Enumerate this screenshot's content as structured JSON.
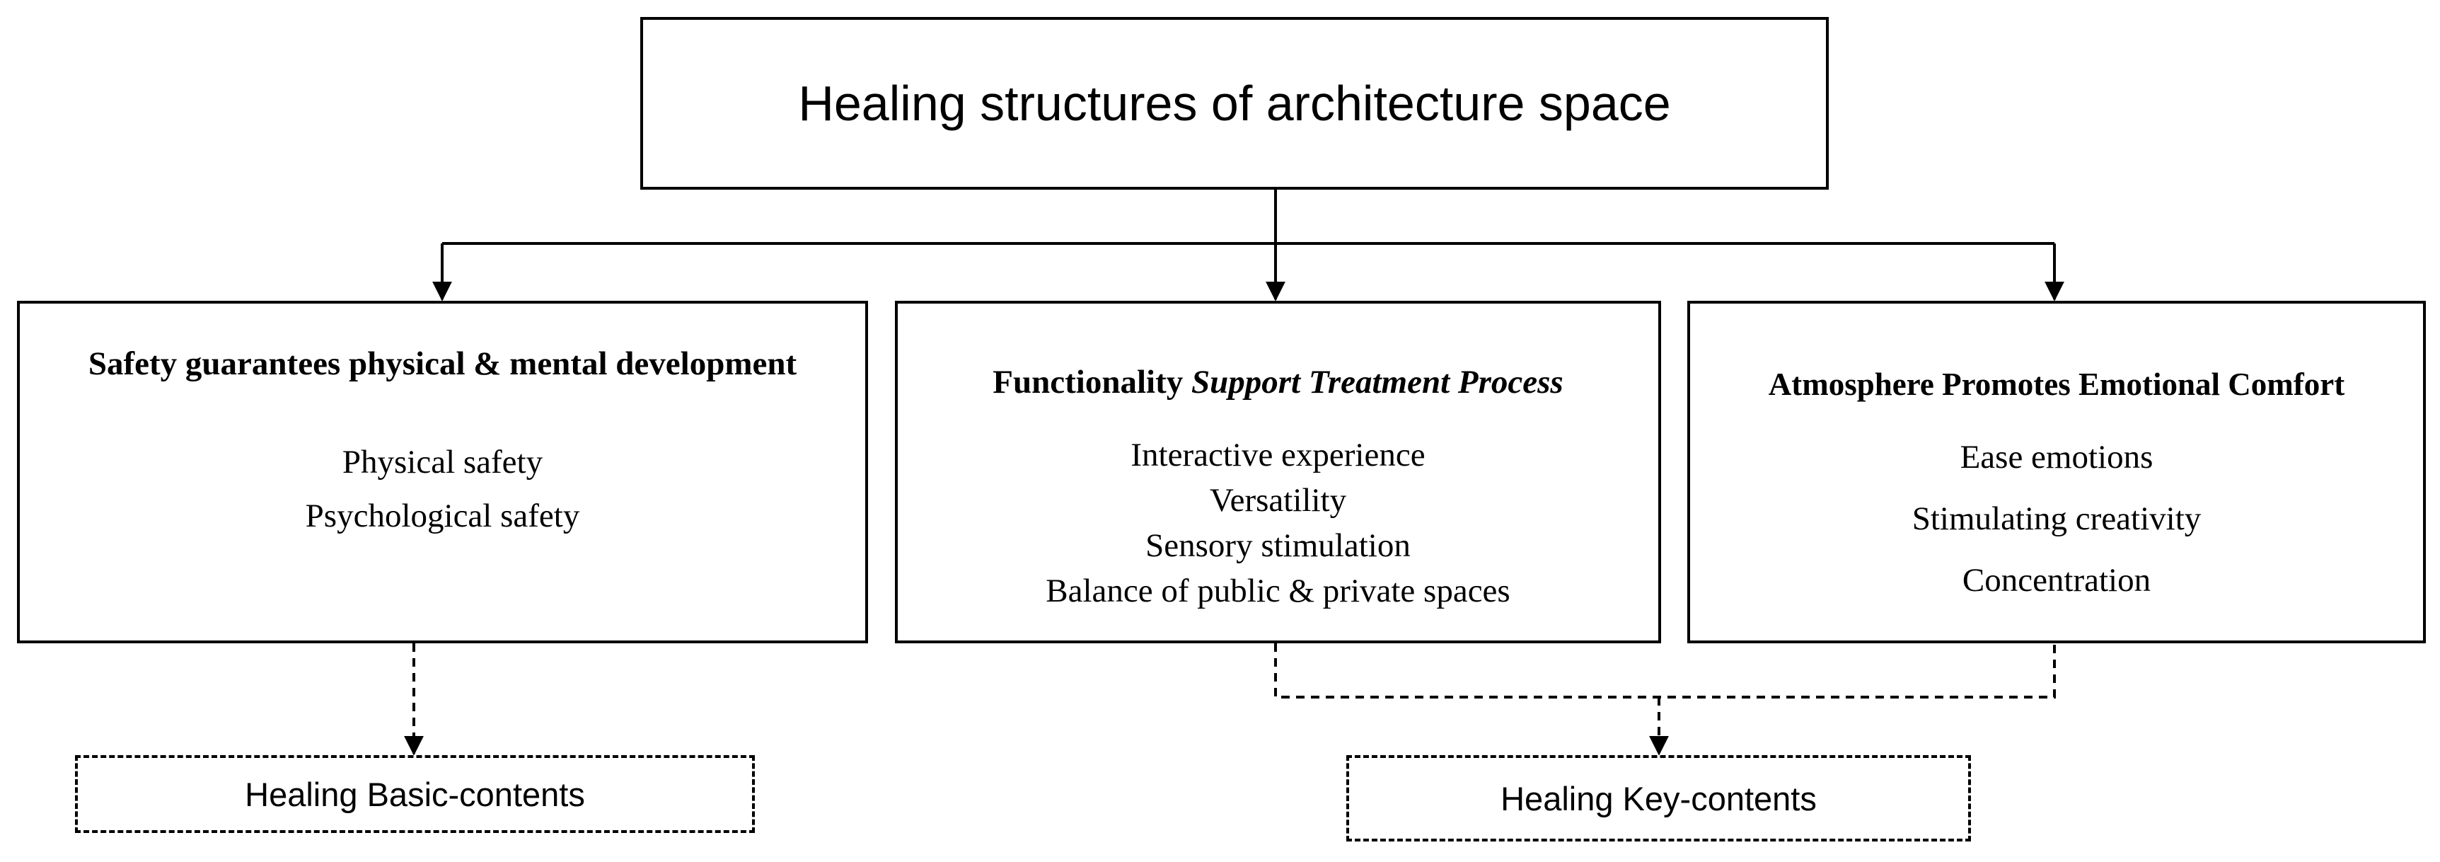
{
  "diagram": {
    "root": {
      "title": "Healing structures of architecture space"
    },
    "categories": [
      {
        "heading": "Safety guarantees physical & mental development",
        "items": [
          "Physical safety",
          "Psychological safety"
        ]
      },
      {
        "heading_plain": "Functionality",
        "heading_italic": "Support Treatment Process",
        "items": [
          "Interactive experience",
          "Versatility",
          "Sensory stimulation",
          "Balance of public & private spaces"
        ]
      },
      {
        "heading": "Atmosphere Promotes Emotional Comfort",
        "items": [
          "Ease emotions",
          "Stimulating creativity",
          "Concentration"
        ]
      }
    ],
    "outcomes": {
      "basic": "Healing Basic-contents",
      "key": "Healing Key-contents"
    }
  }
}
